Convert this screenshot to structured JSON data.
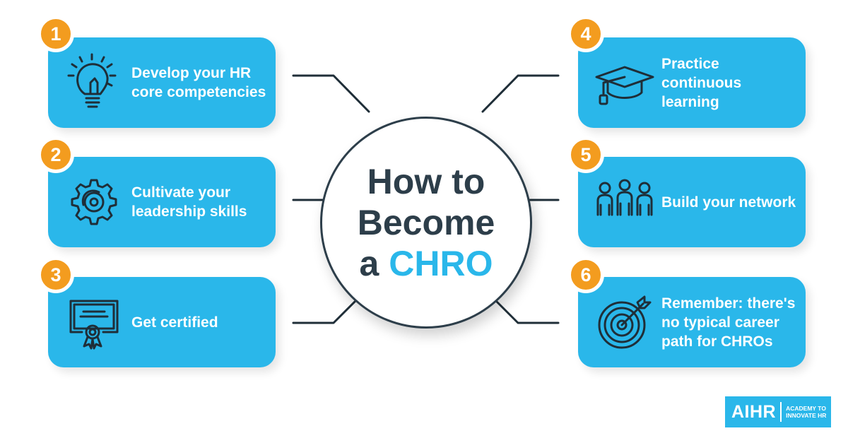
{
  "center": {
    "line1": "How to",
    "line2": "Become",
    "line3_prefix": "a",
    "line3_accent": "CHRO"
  },
  "colors": {
    "card": "#2ab7ea",
    "badge": "#f39c1f",
    "dark": "#2d3e4a"
  },
  "steps": [
    {
      "number": "1",
      "label": "Develop your HR core competencies",
      "icon": "lightbulb-icon"
    },
    {
      "number": "2",
      "label": "Cultivate your leadership skills",
      "icon": "gear-icon"
    },
    {
      "number": "3",
      "label": "Get certified",
      "icon": "certificate-icon"
    },
    {
      "number": "4",
      "label": "Practice continuous learning",
      "icon": "graduation-cap-icon"
    },
    {
      "number": "5",
      "label": "Build your network",
      "icon": "people-icon"
    },
    {
      "number": "6",
      "label": "Remember: there's no typical career path for CHROs",
      "icon": "target-icon"
    }
  ],
  "logo": {
    "brand": "AIHR",
    "tagline_line1": "ACADEMY TO",
    "tagline_line2": "INNOVATE HR"
  }
}
